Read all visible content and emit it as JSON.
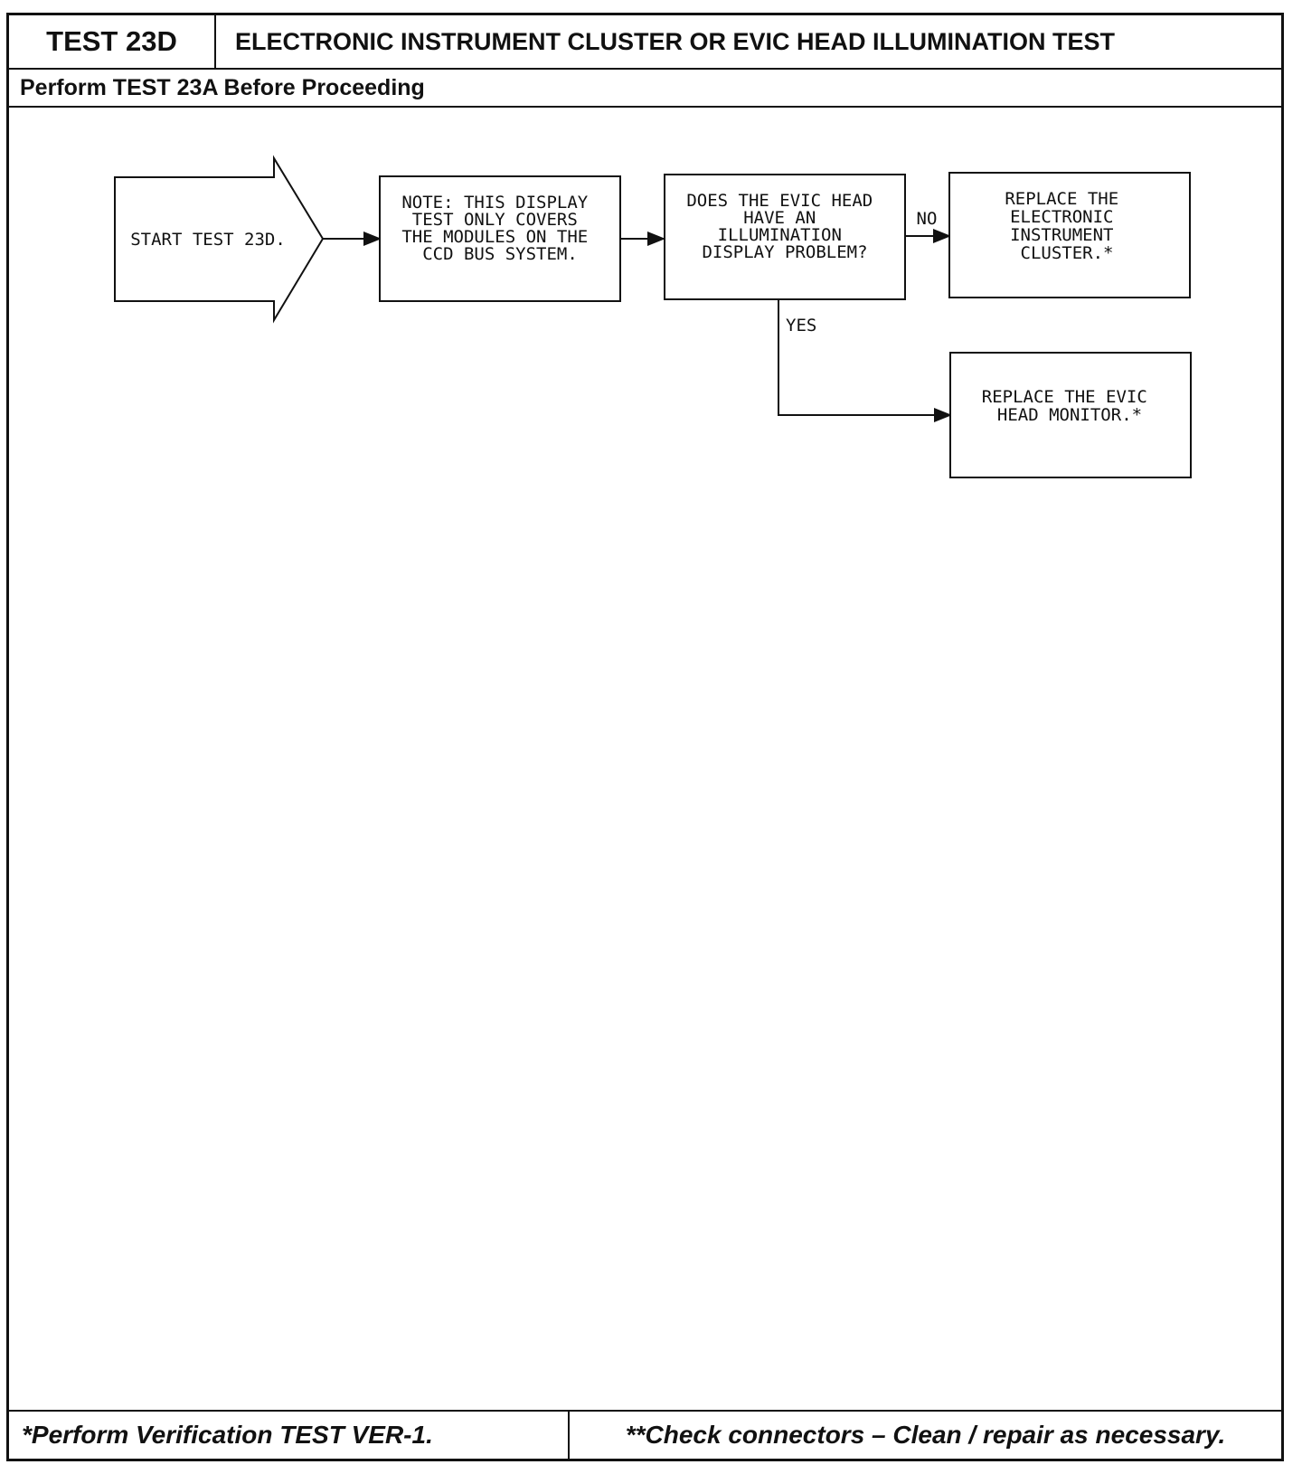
{
  "header": {
    "test_id": "TEST 23D",
    "title": "ELECTRONIC INSTRUMENT CLUSTER OR EVIC HEAD ILLUMINATION TEST"
  },
  "prerequisite": "Perform TEST 23A Before Proceeding",
  "flowchart": {
    "start": "START TEST 23D.",
    "note": [
      "NOTE: THIS DISPLAY",
      "TEST ONLY COVERS",
      "THE MODULES ON THE",
      "CCD BUS SYSTEM."
    ],
    "question": [
      "DOES THE EVIC HEAD",
      "HAVE AN",
      "ILLUMINATION",
      "DISPLAY PROBLEM?"
    ],
    "no_label": "NO",
    "yes_label": "YES",
    "no_action": [
      "REPLACE THE",
      "ELECTRONIC",
      "INSTRUMENT",
      "CLUSTER.*"
    ],
    "yes_action": [
      "REPLACE THE EVIC",
      "HEAD MONITOR.*"
    ]
  },
  "footer": {
    "verification": "*Perform Verification TEST VER-1.",
    "connectors": "**Check connectors – Clean / repair as necessary."
  }
}
